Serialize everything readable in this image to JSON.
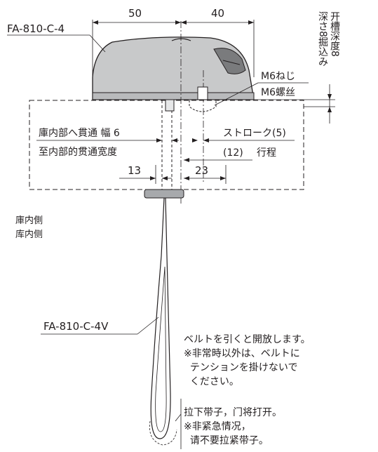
{
  "model_top": "FA-810-C-4",
  "model_belt": "FA-810-C-4V",
  "dim_50": "50",
  "dim_40": "40",
  "dim_13": "13",
  "dim_23": "23",
  "mount_depth_jp": "深さ8掘込み",
  "mount_depth_cn": "开槽深度8",
  "screw_jp": "M6ねじ",
  "screw_cn": "M6螺丝",
  "through_jp": "庫内部へ貫通 幅 6",
  "through_cn": "至内部的贯通宽度",
  "stroke_jp": "ストローク(5)",
  "stroke_cn_num": "(12)",
  "stroke_cn": "行程",
  "inside_jp": "庫内側",
  "inside_cn": "库内侧",
  "note_jp": "ベルトを引くと開放します。\n※非常時以外は、ベルトに\n  テンションを掛けないで\n  ください。",
  "note_cn": "拉下带子，门将打开。\n※非紧急情况，\n  请不要拉紧带子。",
  "colors": {
    "line": "#231f20",
    "body_fill": "#c8c9ca",
    "shade": "#7a7b7d",
    "pad": "#a7a9ac"
  }
}
